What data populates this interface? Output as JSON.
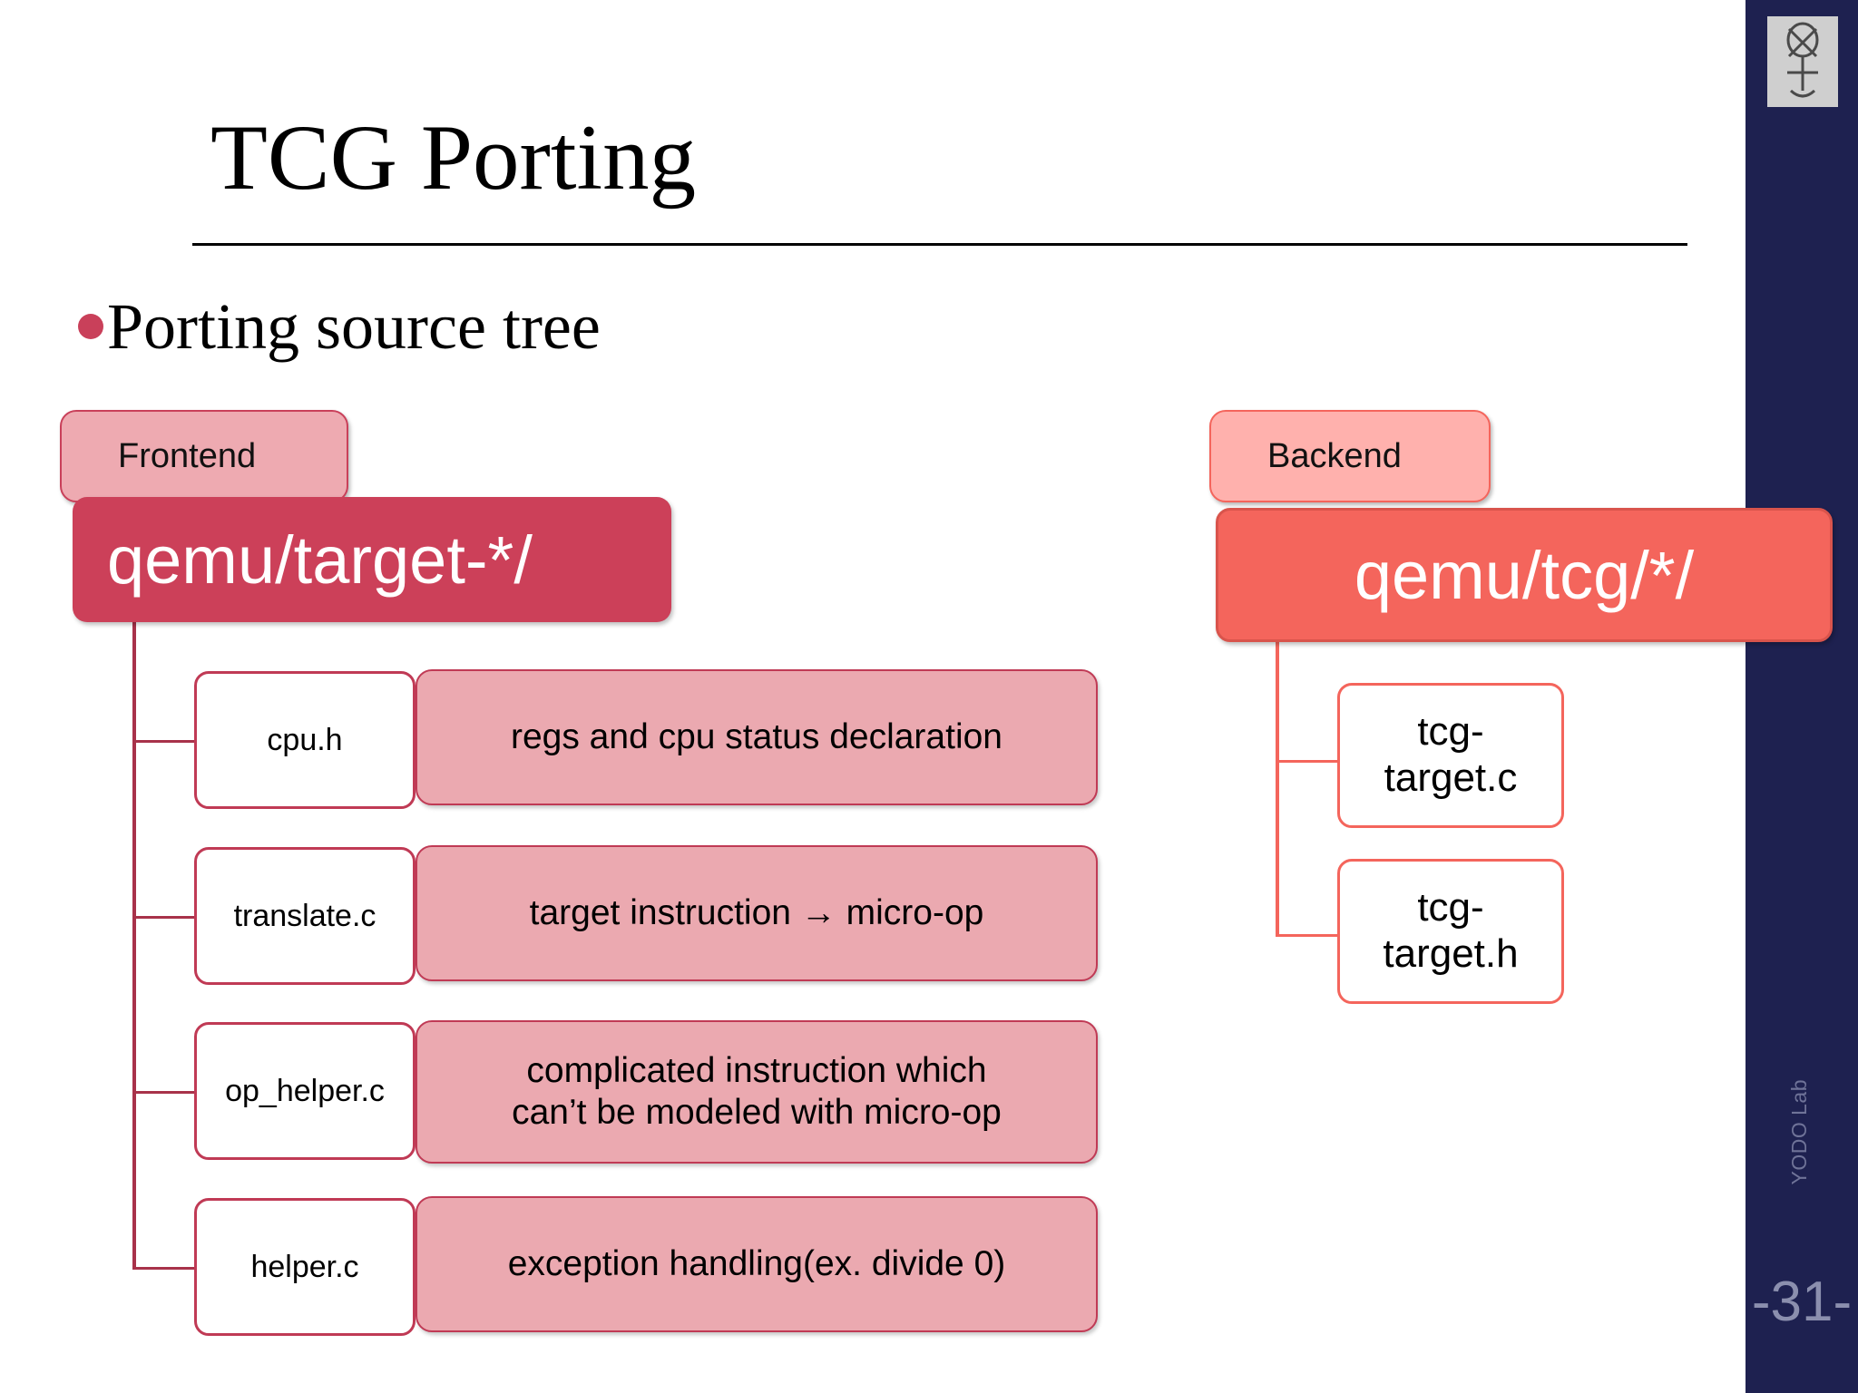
{
  "slide": {
    "title": "TCG Porting",
    "bullet": "Porting source tree",
    "page_number": "-31-",
    "lab_label": "YODO Lab"
  },
  "colors": {
    "sidebar": "#1e2150",
    "bullet_dot": "#c9405a",
    "frontend_root": "#cc4059",
    "backend_root": "#f4655c",
    "frontend_tab": "#eeaab1",
    "backend_tab": "#ffb1ad",
    "desc_box": "#eba9b0",
    "border_red": "#c03a55",
    "border_orange": "#f4655c"
  },
  "frontend": {
    "tab_label": "Frontend",
    "root_label": "qemu/target-*/",
    "rows": [
      {
        "file": "cpu.h",
        "desc_line1": "regs and cpu status declaration",
        "desc_line2": ""
      },
      {
        "file": "translate.c",
        "desc_line1": "target instruction → micro-op",
        "desc_line2": ""
      },
      {
        "file": "op_helper.c",
        "desc_line1": "complicated instruction which",
        "desc_line2": "can’t be modeled with micro-op"
      },
      {
        "file": "helper.c",
        "desc_line1": "exception handling(ex. divide 0)",
        "desc_line2": ""
      }
    ]
  },
  "backend": {
    "tab_label": "Backend",
    "root_label": "qemu/tcg/*/",
    "rows": [
      {
        "line1": "tcg-",
        "line2": "target.c"
      },
      {
        "line1": "tcg-",
        "line2": "target.h"
      }
    ]
  }
}
